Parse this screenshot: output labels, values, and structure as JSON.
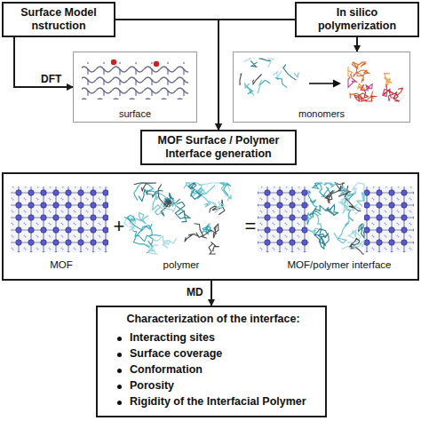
{
  "diagram": {
    "nodes": [
      {
        "text": [
          "Surface Model nstruction"
        ]
      },
      {
        "text": [
          "In silico polymerization"
        ]
      },
      {
        "text": [
          "surface"
        ]
      },
      {
        "text": [
          "monomers"
        ]
      },
      {
        "text": [
          "MOF Surface / Polymer Interface generation"
        ]
      },
      {
        "text": [
          "MOF",
          "+",
          "polymer",
          "=",
          "MOF/polymer interface"
        ]
      },
      {
        "text": [
          "Characterization of the interface:",
          "Interacting sites",
          "Surface coverage",
          "Conformation",
          "Porosity",
          "Rigidity of the Interfacial Polymer"
        ]
      }
    ],
    "edges": [
      {
        "from": 0,
        "to": 2,
        "arrow": "to",
        "label": "DFT"
      },
      {
        "from": 1,
        "to": 3,
        "arrow": "to"
      },
      {
        "from": 0,
        "to": 4,
        "arrow": "to"
      },
      {
        "from": 1,
        "to": 4,
        "arrow": "to"
      },
      {
        "from": 5,
        "to": 6,
        "arrow": "to",
        "label": "MD"
      }
    ]
  }
}
